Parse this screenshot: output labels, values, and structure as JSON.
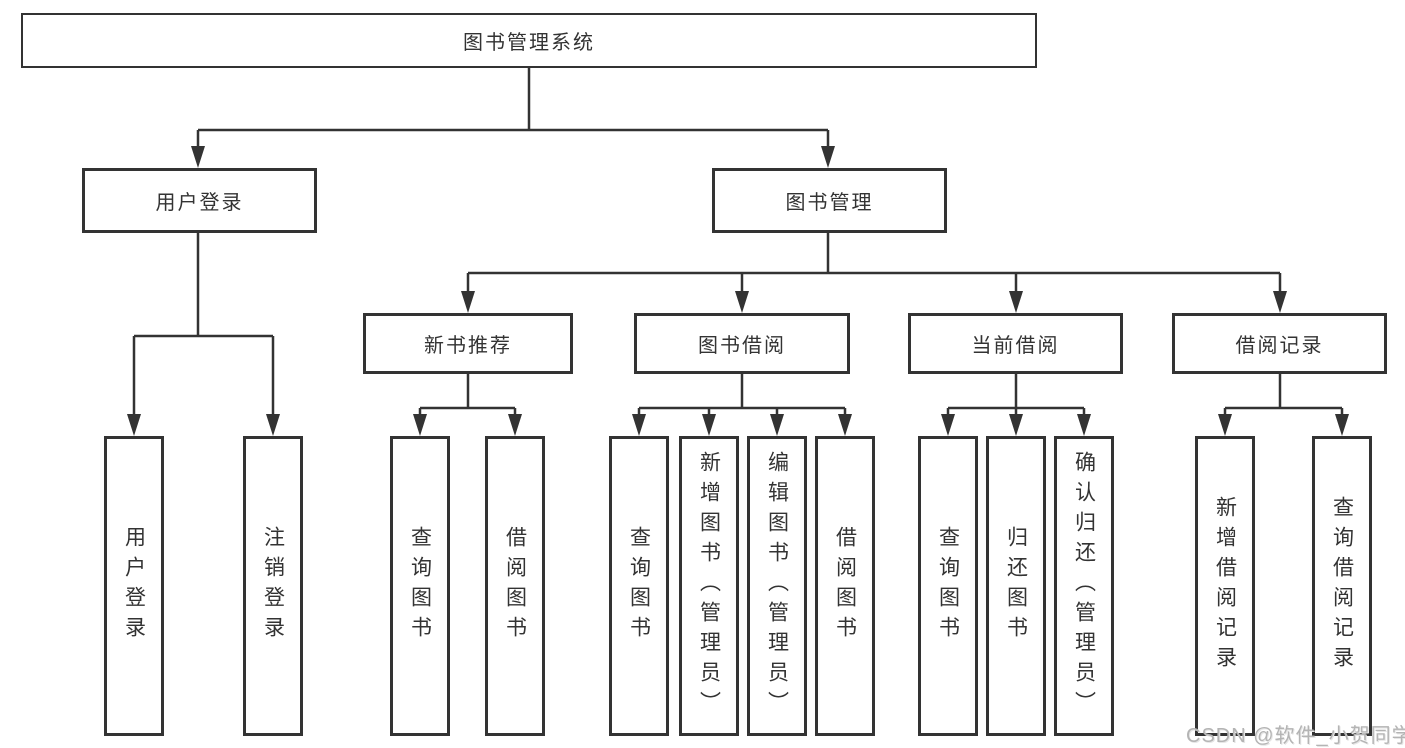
{
  "diagram": {
    "root": {
      "label": "图书管理系统"
    },
    "branches": [
      {
        "label": "用户登录",
        "leaves": [
          "用户登录",
          "注销登录"
        ]
      },
      {
        "label": "图书管理",
        "sections": [
          {
            "label": "新书推荐",
            "leaves": [
              "查询图书",
              "借阅图书"
            ]
          },
          {
            "label": "图书借阅",
            "leaves": [
              "查询图书",
              "新增图书（管理员）",
              "编辑图书（管理员）",
              "借阅图书"
            ]
          },
          {
            "label": "当前借阅",
            "leaves": [
              "查询图书",
              "归还图书",
              "确认归还（管理员）"
            ]
          },
          {
            "label": "借阅记录",
            "leaves": [
              "新增借阅记录",
              "查询借阅记录"
            ]
          }
        ]
      }
    ],
    "watermark": "CSDN @软件_小贺同学",
    "colors": {
      "line": "#333333",
      "box_border": "#333333",
      "text": "#333333",
      "watermark": "#b4b4b4",
      "background": "#ffffff"
    }
  }
}
